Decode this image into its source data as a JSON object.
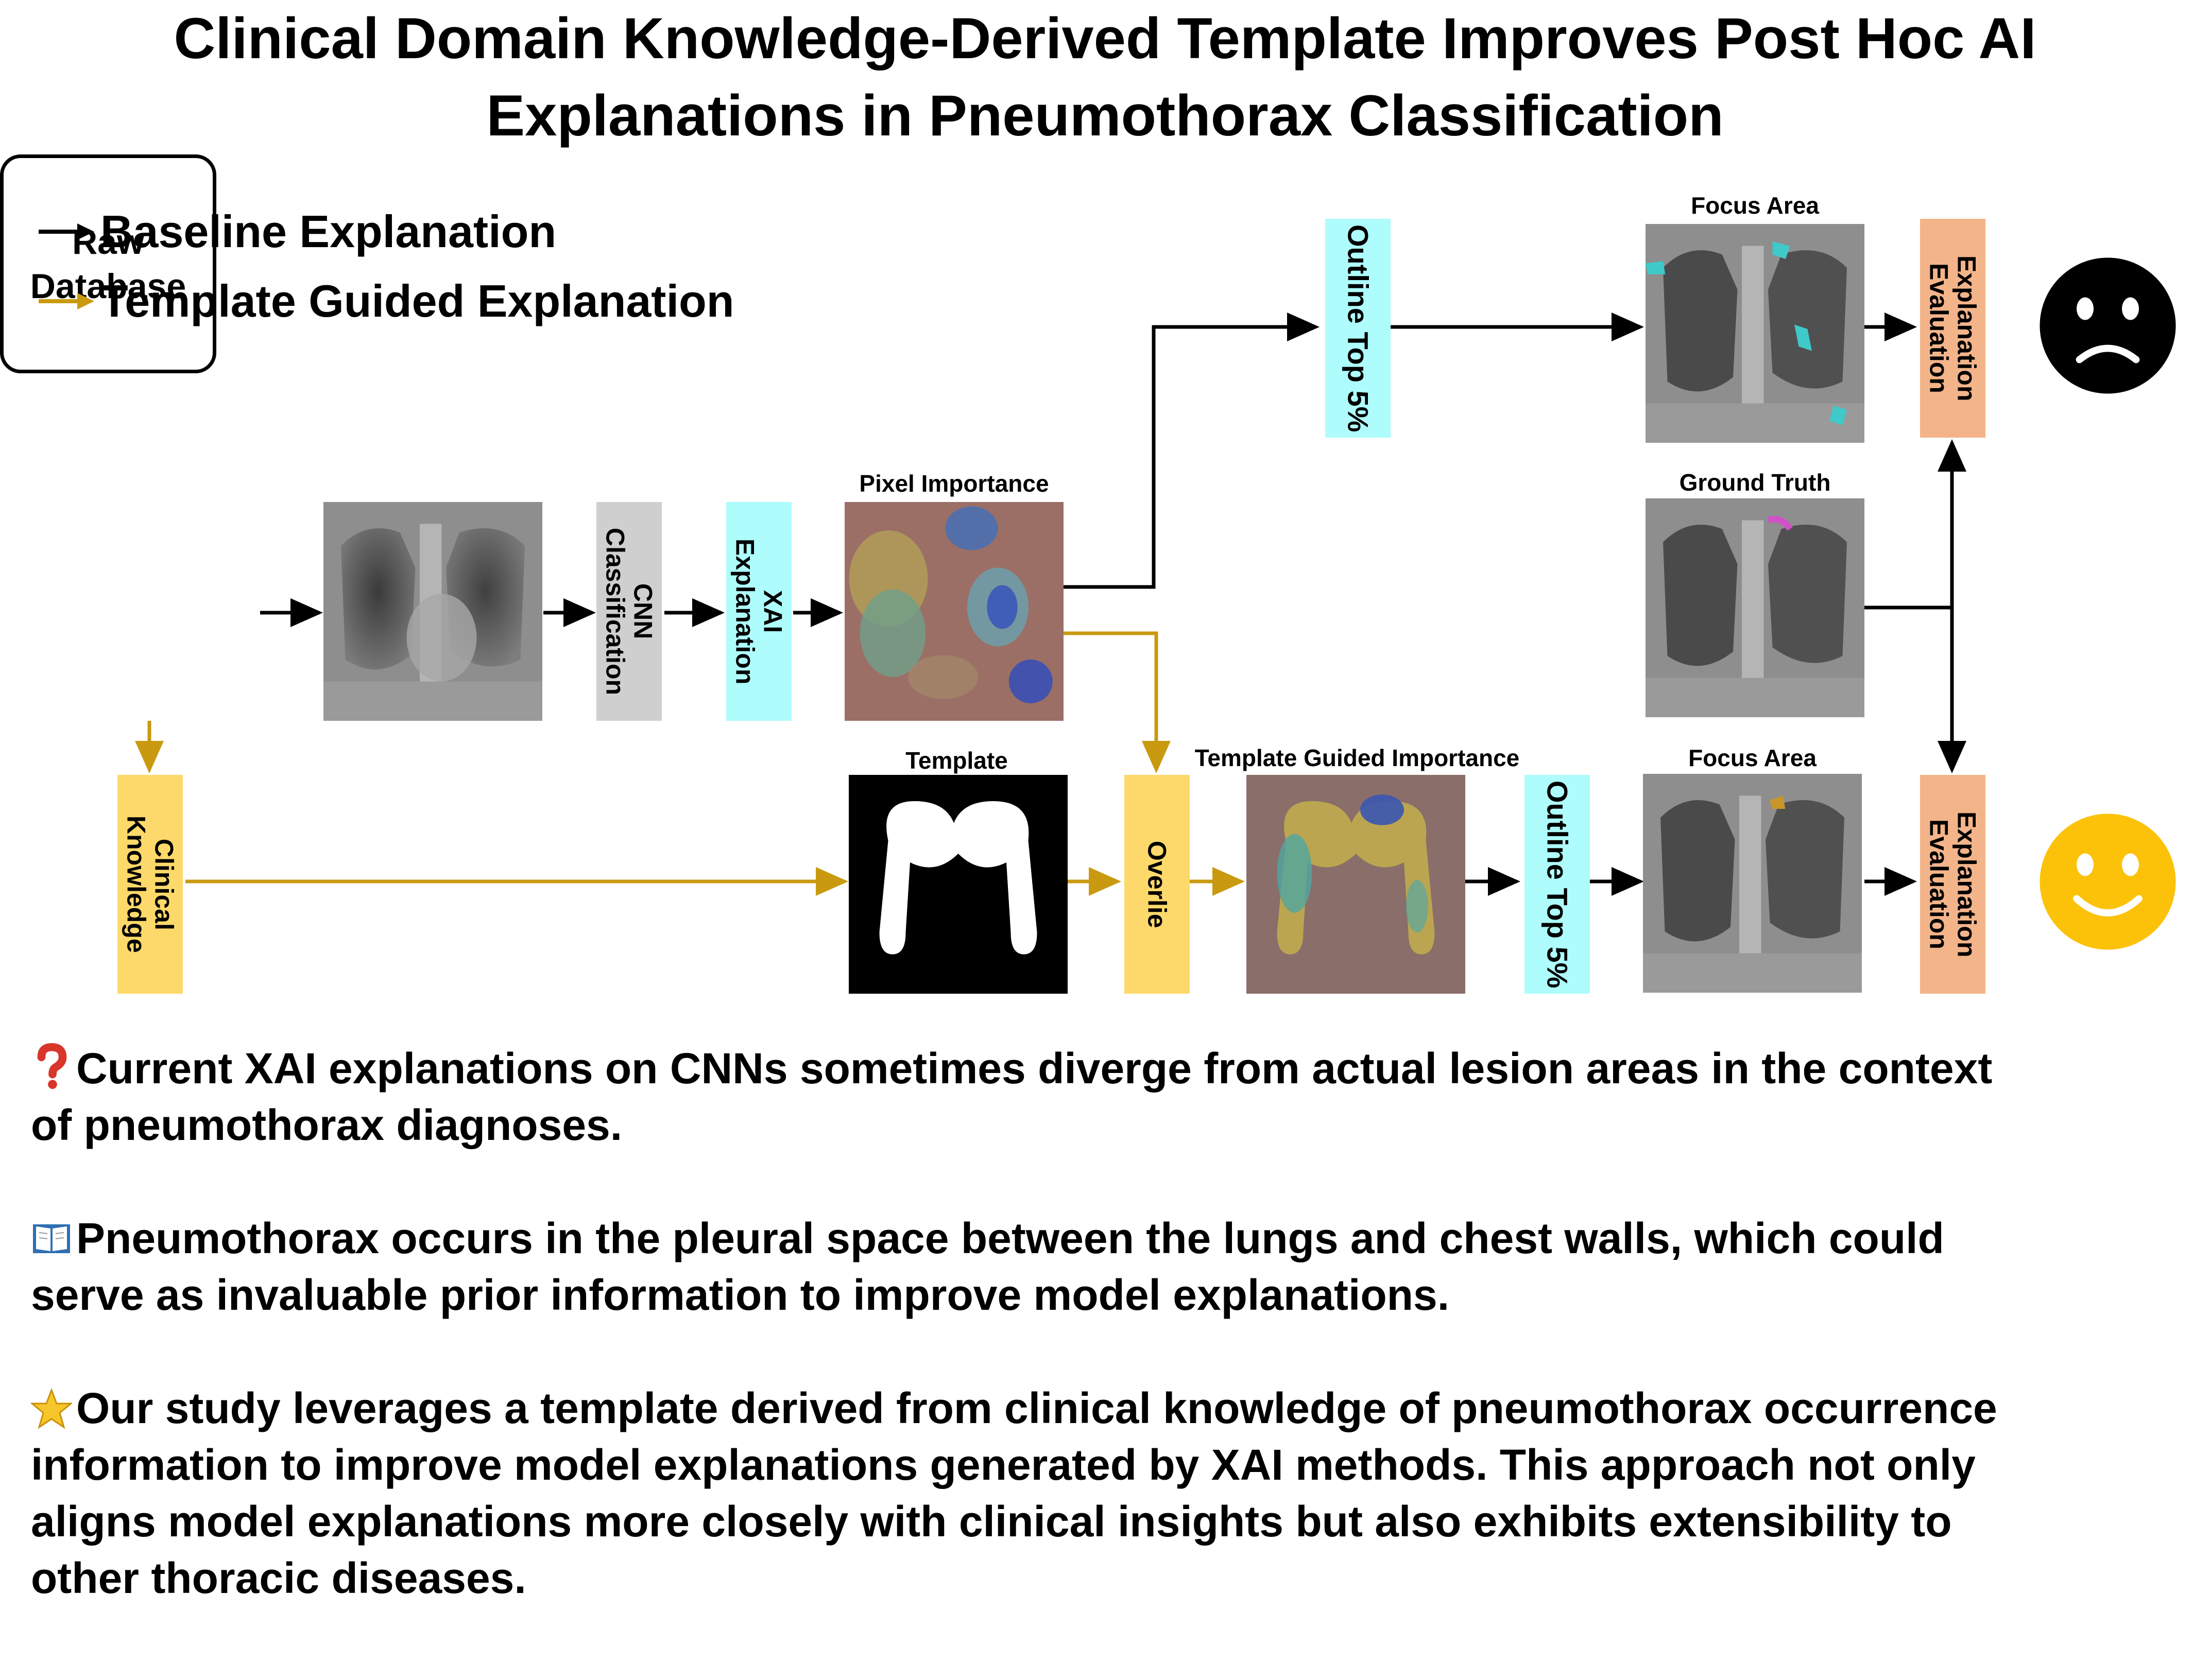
{
  "title": {
    "line1": "Clinical Domain Knowledge-Derived Template Improves Post Hoc AI",
    "line2": "Explanations in Pneumothorax Classification"
  },
  "legend": {
    "baseline": "Baseline Explanation",
    "template_guided": "Template Guided Explanation",
    "baseline_color": "#000000",
    "template_color": "#c99a10"
  },
  "nodes": {
    "raw_database": "Raw\nDatabase",
    "cnn": "CNN\nClassification",
    "xai": "XAI\nExplanation",
    "outline_top": "Outline Top 5%",
    "outline_bottom": "Outline Top 5%",
    "eval_top": "Explanation\nEvaluation",
    "eval_bottom": "Explanation\nEvaluation",
    "clinical": "Clinical\nKnowledge",
    "overlie": "Overlie"
  },
  "captions": {
    "pixel_importance": "Pixel Importance",
    "focus_area_top": "Focus Area",
    "ground_truth": "Ground Truth",
    "template": "Template",
    "template_guided_importance": "Template Guided Importance",
    "focus_area_bottom": "Focus Area"
  },
  "faces": {
    "sad": "sad-face-icon",
    "happy": "happy-face-icon",
    "happy_color": "#fcc20a"
  },
  "colors": {
    "cyan_box": "#aefcfc",
    "gray_box": "#cfcfcf",
    "yellow_box": "#fcd96a",
    "orange_box": "#f3b48a"
  },
  "paragraphs": {
    "problem_icon": "question-mark-icon",
    "problem_line1": "Current XAI explanations on CNNs sometimes diverge from actual lesion areas in the context",
    "problem_line2": "of pneumothorax diagnoses.",
    "knowledge_icon": "book-icon",
    "knowledge_line1": "Pneumothorax occurs in the pleural space between the lungs and chest walls, which could",
    "knowledge_line2": "serve as invaluable prior information to improve model explanations.",
    "study_icon": "star-icon",
    "study_line1": "Our study leverages a template derived from clinical knowledge of pneumothorax occurrence",
    "study_line2": "information to improve model explanations generated by XAI methods. This approach not only",
    "study_line3": "aligns model explanations more closely with clinical insights but also exhibits extensibility to",
    "study_line4": "other thoracic diseases."
  }
}
